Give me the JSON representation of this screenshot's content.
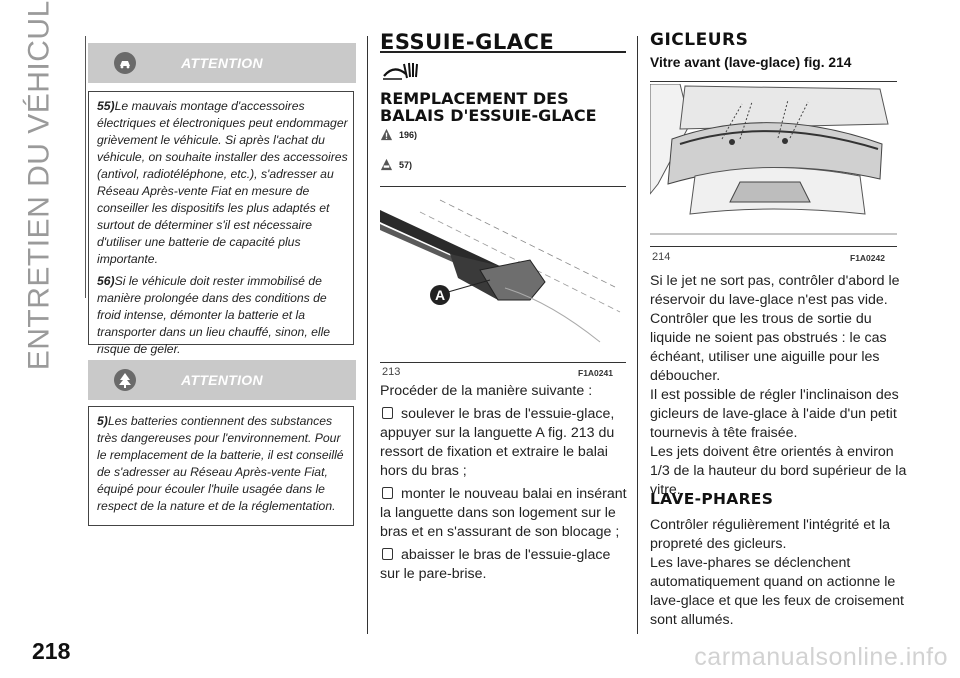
{
  "side_title": "ENTRETIEN DU VÉHICULE",
  "page_number": "218",
  "watermark": "carmanualsonline.info",
  "warning_1": {
    "header": "ATTENTION",
    "icon": "car-warning-icon",
    "items": [
      {
        "num": "55)",
        "text": "Le mauvais montage d'accessoires électriques et électroniques peut endommager grièvement le véhicule. Si après l'achat du véhicule, on souhaite installer des accessoires (antivol, radiotéléphone, etc.), s'adresser au Réseau Après-vente Fiat en mesure de conseiller les dispositifs les plus adaptés et surtout de déterminer s'il est nécessaire d'utiliser une batterie de capacité plus importante."
      },
      {
        "num": "56)",
        "text": "Si le véhicule doit rester immobilisé de manière prolongée dans des conditions de froid intense, démonter la batterie et la transporter dans un lieu chauffé, sinon, elle risque de geler."
      }
    ]
  },
  "warning_2": {
    "header": "ATTENTION",
    "icon": "environment-tree-icon",
    "items": [
      {
        "num": "5)",
        "text": "Les batteries contiennent des substances très dangereuses pour l'environnement. Pour le remplacement de la batterie, il est conseillé de s'adresser au Réseau Après-vente Fiat, équipé pour écouler l'huile usagée dans le respect de la nature et de la réglementation."
      }
    ]
  },
  "middle": {
    "heading": "ESSUIE-GLACE",
    "wiper_icon": "wiper-icon",
    "subheading_line1": "REMPLACEMENT DES",
    "subheading_line2": "BALAIS D'ESSUIE-GLACE",
    "refs": [
      "196)",
      "57)"
    ],
    "figure": {
      "number": "213",
      "code": "F1A0241",
      "label": "A"
    },
    "intro": "Procéder de la manière suivante :",
    "steps": [
      "soulever le bras de l'essuie-glace, appuyer sur la languette A fig. 213 du ressort de fixation et extraire le balai hors du bras ;",
      "monter le nouveau balai en insérant la languette dans son logement sur le bras et en s'assurant de son blocage ;",
      "abaisser le bras de l'essuie-glace sur le pare-brise."
    ]
  },
  "right": {
    "heading": "GICLEURS",
    "subheading": "Vitre avant (lave-glace) fig. 214",
    "figure": {
      "number": "214",
      "code": "F1A0242"
    },
    "paragraphs": [
      "Si le jet ne sort pas, contrôler d'abord le réservoir du lave-glace n'est pas vide. Contrôler que les trous de sortie du liquide ne soient pas obstrués : le cas échéant, utiliser une aiguille pour les déboucher.",
      "Il est possible de régler l'inclinaison des gicleurs de lave-glace à l'aide d'un petit tournevis à tête fraisée.",
      "Les jets doivent être orientés à environ 1/3 de la hauteur du bord supérieur de la vitre."
    ],
    "heading2": "LAVE-PHARES",
    "paragraphs2": [
      "Contrôler régulièrement l'intégrité et la propreté des gicleurs.",
      "Les lave-phares se déclenchent automatiquement quand on actionne le lave-glace et que les feux de croisement sont allumés."
    ]
  }
}
